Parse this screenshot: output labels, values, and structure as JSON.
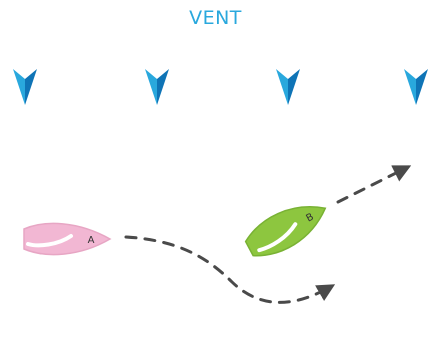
{
  "diagram": {
    "title": "VENT",
    "colors": {
      "title": "#29a8dd",
      "wind_arrow_light": "#29a8dd",
      "wind_arrow_dark": "#0f74b6",
      "boat_a": "#f2b7d3",
      "boat_a_stroke": "#e7a6c4",
      "boat_b": "#8dc63f",
      "boat_b_stroke": "#79b234",
      "boat_highlight": "#ffffff",
      "boat_label": "#333333",
      "course_line": "#4a4a4a"
    },
    "wind_arrows": [
      {
        "icon": "wind-direction-arrow-icon",
        "direction": "down"
      },
      {
        "icon": "wind-direction-arrow-icon",
        "direction": "down"
      },
      {
        "icon": "wind-direction-arrow-icon",
        "direction": "down"
      },
      {
        "icon": "wind-direction-arrow-icon",
        "direction": "down"
      }
    ],
    "boats": [
      {
        "id": "boat-a",
        "label": "A",
        "color": "pink"
      },
      {
        "id": "boat-b",
        "label": "B",
        "color": "green"
      }
    ],
    "courses": [
      {
        "boat": "A",
        "style": "dashed",
        "ends_with": "arrowhead"
      },
      {
        "boat": "B",
        "style": "dashed",
        "ends_with": "arrowhead"
      }
    ]
  }
}
